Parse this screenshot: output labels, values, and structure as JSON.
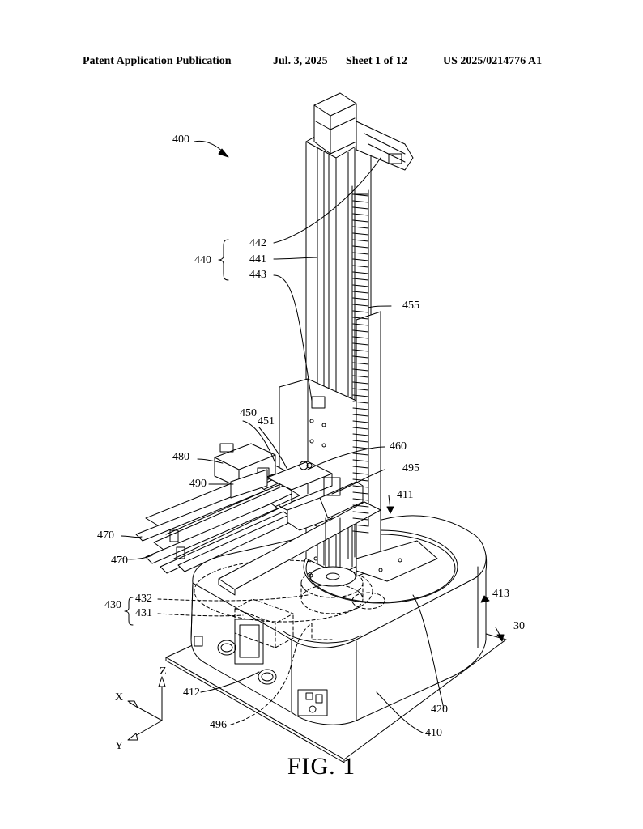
{
  "header": {
    "publication": "Patent Application Publication",
    "date": "Jul. 3, 2025",
    "sheet": "Sheet 1 of 12",
    "number": "US 2025/0214776 A1"
  },
  "figure": {
    "caption": "FIG. 1",
    "reference_numerals": {
      "r400": "400",
      "r440": "440",
      "r442": "442",
      "r441": "441",
      "r443": "443",
      "r455": "455",
      "r450": "450",
      "r451": "451",
      "r460": "460",
      "r480": "480",
      "r495": "495",
      "r490": "490",
      "r411": "411",
      "r470a": "470",
      "r470b": "470",
      "r430": "430",
      "r432": "432",
      "r431": "431",
      "r413": "413",
      "r30": "30",
      "r412": "412",
      "r420": "420",
      "r496": "496",
      "r410": "410"
    },
    "axes": {
      "x": "X",
      "y": "Y",
      "z": "Z"
    }
  }
}
